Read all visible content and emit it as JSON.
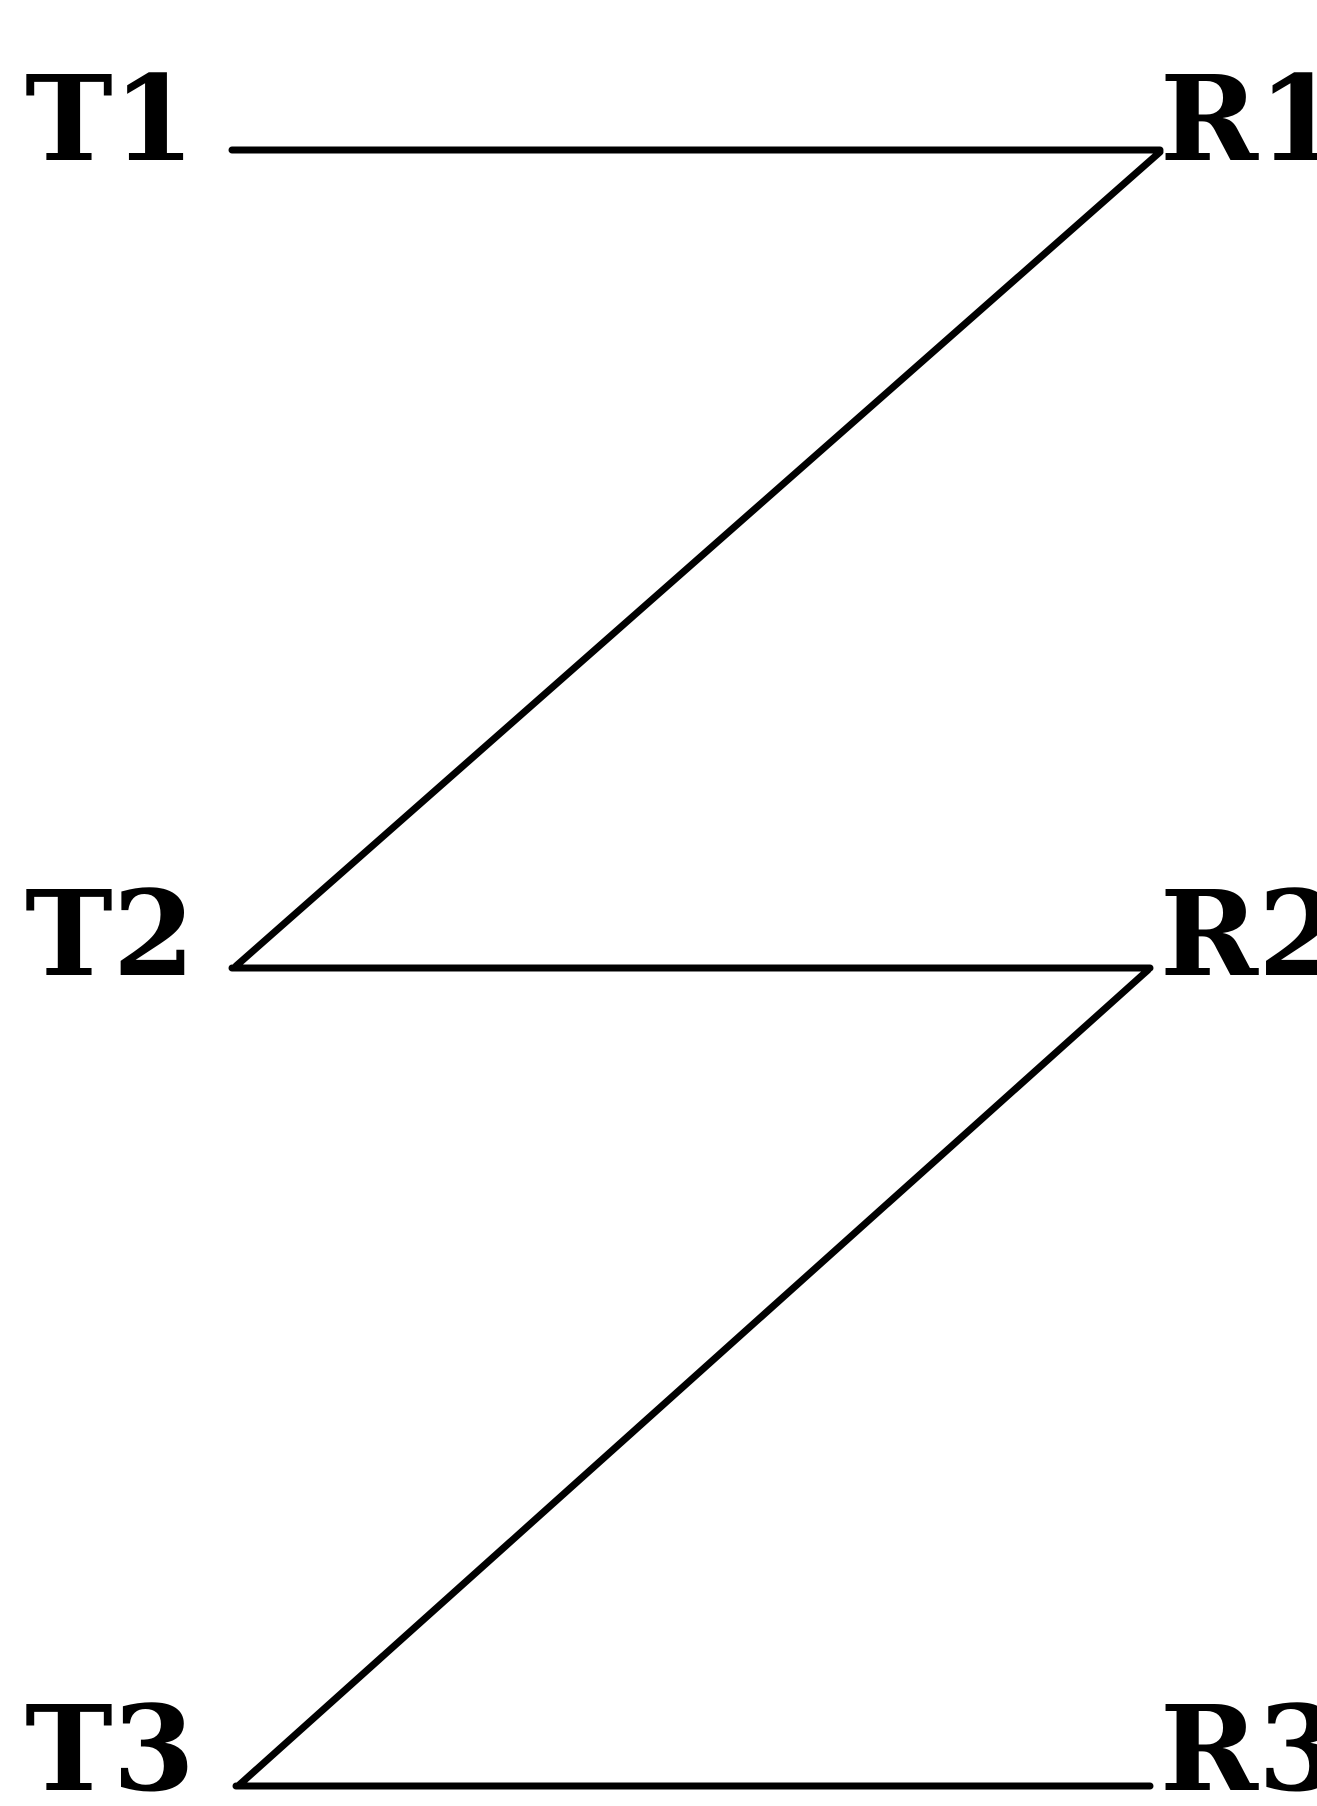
{
  "nodes": [
    {
      "id": "T1",
      "label": "T1"
    },
    {
      "id": "T2",
      "label": "T2"
    },
    {
      "id": "T3",
      "label": "T3"
    },
    {
      "id": "R1",
      "label": "R1"
    },
    {
      "id": "R2",
      "label": "R2"
    },
    {
      "id": "R3",
      "label": "R3"
    }
  ],
  "edges": [
    {
      "from": "T1",
      "to": "R1"
    },
    {
      "from": "R1",
      "to": "T2"
    },
    {
      "from": "T2",
      "to": "R2"
    },
    {
      "from": "R2",
      "to": "T3"
    },
    {
      "from": "T3",
      "to": "R3"
    }
  ],
  "colors": {
    "stroke": "#000000",
    "text": "#000000",
    "background": "#ffffff"
  }
}
